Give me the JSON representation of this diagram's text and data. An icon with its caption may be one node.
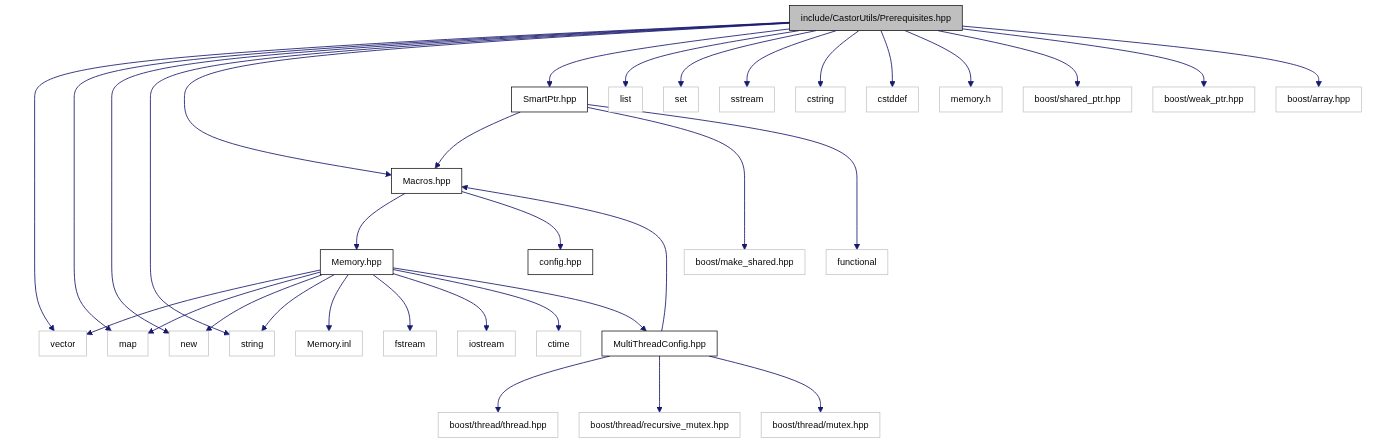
{
  "diagram": {
    "nodes": [
      {
        "text": [
          "include/CastorUtils/Prerequisites.hpp"
        ]
      },
      {
        "text": [
          "SmartPtr.hpp"
        ]
      },
      {
        "text": [
          "list"
        ]
      },
      {
        "text": [
          "set"
        ]
      },
      {
        "text": [
          "sstream"
        ]
      },
      {
        "text": [
          "cstring"
        ]
      },
      {
        "text": [
          "cstddef"
        ]
      },
      {
        "text": [
          "memory.h"
        ]
      },
      {
        "text": [
          "boost/shared_ptr.hpp"
        ]
      },
      {
        "text": [
          "boost/weak_ptr.hpp"
        ]
      },
      {
        "text": [
          "boost/array.hpp"
        ]
      },
      {
        "text": [
          "Macros.hpp"
        ]
      },
      {
        "text": [
          "boost/make_shared.hpp"
        ]
      },
      {
        "text": [
          "functional"
        ]
      },
      {
        "text": [
          "Memory.hpp"
        ]
      },
      {
        "text": [
          "config.hpp"
        ]
      },
      {
        "text": [
          "vector"
        ]
      },
      {
        "text": [
          "map"
        ]
      },
      {
        "text": [
          "new"
        ]
      },
      {
        "text": [
          "string"
        ]
      },
      {
        "text": [
          "Memory.inl"
        ]
      },
      {
        "text": [
          "fstream"
        ]
      },
      {
        "text": [
          "iostream"
        ]
      },
      {
        "text": [
          "ctime"
        ]
      },
      {
        "text": [
          "MultiThreadConfig.hpp"
        ]
      },
      {
        "text": [
          "boost/thread/thread.hpp"
        ]
      },
      {
        "text": [
          "boost/thread/recursive_mutex.hpp"
        ]
      },
      {
        "text": [
          "boost/thread/mutex.hpp"
        ]
      }
    ],
    "edges": [
      {
        "from": 0,
        "to": 16,
        "arrow": "to"
      },
      {
        "from": 0,
        "to": 17,
        "arrow": "to"
      },
      {
        "from": 0,
        "to": 18,
        "arrow": "to"
      },
      {
        "from": 0,
        "to": 19,
        "arrow": "to"
      },
      {
        "from": 0,
        "to": 11,
        "arrow": "to"
      },
      {
        "from": 0,
        "to": 1,
        "arrow": "to"
      },
      {
        "from": 0,
        "to": 2,
        "arrow": "to"
      },
      {
        "from": 0,
        "to": 3,
        "arrow": "to"
      },
      {
        "from": 0,
        "to": 4,
        "arrow": "to"
      },
      {
        "from": 0,
        "to": 5,
        "arrow": "to"
      },
      {
        "from": 0,
        "to": 6,
        "arrow": "to"
      },
      {
        "from": 0,
        "to": 7,
        "arrow": "to"
      },
      {
        "from": 0,
        "to": 8,
        "arrow": "to"
      },
      {
        "from": 0,
        "to": 9,
        "arrow": "to"
      },
      {
        "from": 0,
        "to": 10,
        "arrow": "to"
      },
      {
        "from": 1,
        "to": 11,
        "arrow": "to"
      },
      {
        "from": 1,
        "to": 12,
        "arrow": "to"
      },
      {
        "from": 1,
        "to": 13,
        "arrow": "to"
      },
      {
        "from": 11,
        "to": 14,
        "arrow": "to"
      },
      {
        "from": 11,
        "to": 15,
        "arrow": "to"
      },
      {
        "from": 14,
        "to": 16,
        "arrow": "to"
      },
      {
        "from": 14,
        "to": 17,
        "arrow": "to"
      },
      {
        "from": 14,
        "to": 18,
        "arrow": "to"
      },
      {
        "from": 14,
        "to": 19,
        "arrow": "to"
      },
      {
        "from": 14,
        "to": 20,
        "arrow": "to"
      },
      {
        "from": 14,
        "to": 21,
        "arrow": "to"
      },
      {
        "from": 14,
        "to": 22,
        "arrow": "to"
      },
      {
        "from": 14,
        "to": 23,
        "arrow": "to"
      },
      {
        "from": 14,
        "to": 24,
        "arrow": "to"
      },
      {
        "from": 24,
        "to": 11,
        "arrow": "to"
      },
      {
        "from": 24,
        "to": 25,
        "arrow": "to"
      },
      {
        "from": 24,
        "to": 26,
        "arrow": "to"
      },
      {
        "from": 24,
        "to": 27,
        "arrow": "to"
      }
    ]
  }
}
